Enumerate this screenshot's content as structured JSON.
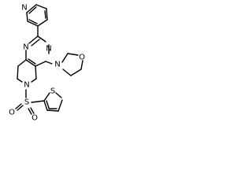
{
  "structure": {
    "atoms": {
      "pyridine_n": "N",
      "pyrimidine_n1": "N",
      "pyrimidine_n3": "N",
      "morpholine_n": "N",
      "morpholine_o": "O",
      "ring_n": "N",
      "sulfonyl_s": "S",
      "sulfonyl_o1": "O",
      "sulfonyl_o2": "O",
      "thiophene_s": "S"
    },
    "colors": {
      "bond": "#000000",
      "atom_label": "#000000",
      "background": "#ffffff"
    }
  }
}
